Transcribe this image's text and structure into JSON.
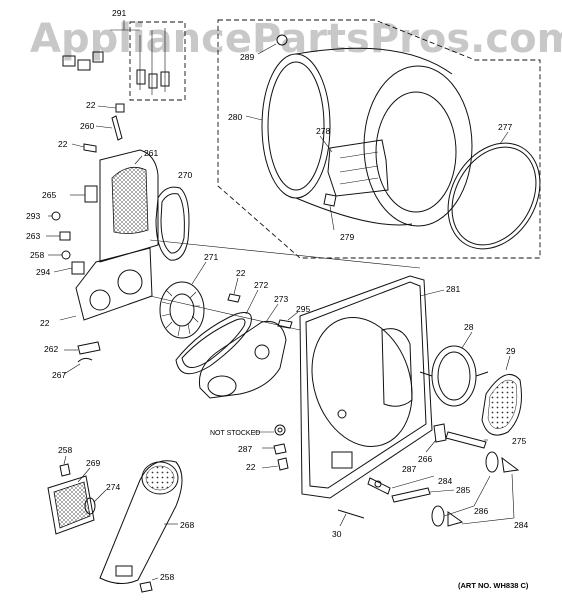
{
  "watermark": "AppliancePartsPros.com",
  "art_number": "(ART NO. WH838 C)",
  "note_not_stocked": "NOT STOCKED",
  "callouts": [
    {
      "id": "c291",
      "text": "291"
    },
    {
      "id": "c22a",
      "text": "22"
    },
    {
      "id": "c260",
      "text": "260"
    },
    {
      "id": "c22b",
      "text": "22"
    },
    {
      "id": "c261",
      "text": "261"
    },
    {
      "id": "c265",
      "text": "265"
    },
    {
      "id": "c270",
      "text": "270"
    },
    {
      "id": "c293",
      "text": "293"
    },
    {
      "id": "c263",
      "text": "263"
    },
    {
      "id": "c258a",
      "text": "258"
    },
    {
      "id": "c294",
      "text": "294"
    },
    {
      "id": "c271",
      "text": "271"
    },
    {
      "id": "c22c",
      "text": "22"
    },
    {
      "id": "c272",
      "text": "272"
    },
    {
      "id": "c273",
      "text": "273"
    },
    {
      "id": "c295",
      "text": "295"
    },
    {
      "id": "c22d",
      "text": "22"
    },
    {
      "id": "c262",
      "text": "262"
    },
    {
      "id": "c267",
      "text": "267"
    },
    {
      "id": "c289",
      "text": "289"
    },
    {
      "id": "c280",
      "text": "280"
    },
    {
      "id": "c278",
      "text": "278"
    },
    {
      "id": "c277",
      "text": "277"
    },
    {
      "id": "c279",
      "text": "279"
    },
    {
      "id": "c281",
      "text": "281"
    },
    {
      "id": "c28",
      "text": "28"
    },
    {
      "id": "c29",
      "text": "29"
    },
    {
      "id": "c287a",
      "text": "287"
    },
    {
      "id": "c22e",
      "text": "22"
    },
    {
      "id": "c266",
      "text": "266"
    },
    {
      "id": "c275",
      "text": "275"
    },
    {
      "id": "c287b",
      "text": "287"
    },
    {
      "id": "c284a",
      "text": "284"
    },
    {
      "id": "c285",
      "text": "285"
    },
    {
      "id": "c286",
      "text": "286"
    },
    {
      "id": "c284b",
      "text": "284"
    },
    {
      "id": "c30",
      "text": "30"
    },
    {
      "id": "c258b",
      "text": "258"
    },
    {
      "id": "c269",
      "text": "269"
    },
    {
      "id": "c274",
      "text": "274"
    },
    {
      "id": "c268",
      "text": "268"
    },
    {
      "id": "c258c",
      "text": "258"
    }
  ]
}
